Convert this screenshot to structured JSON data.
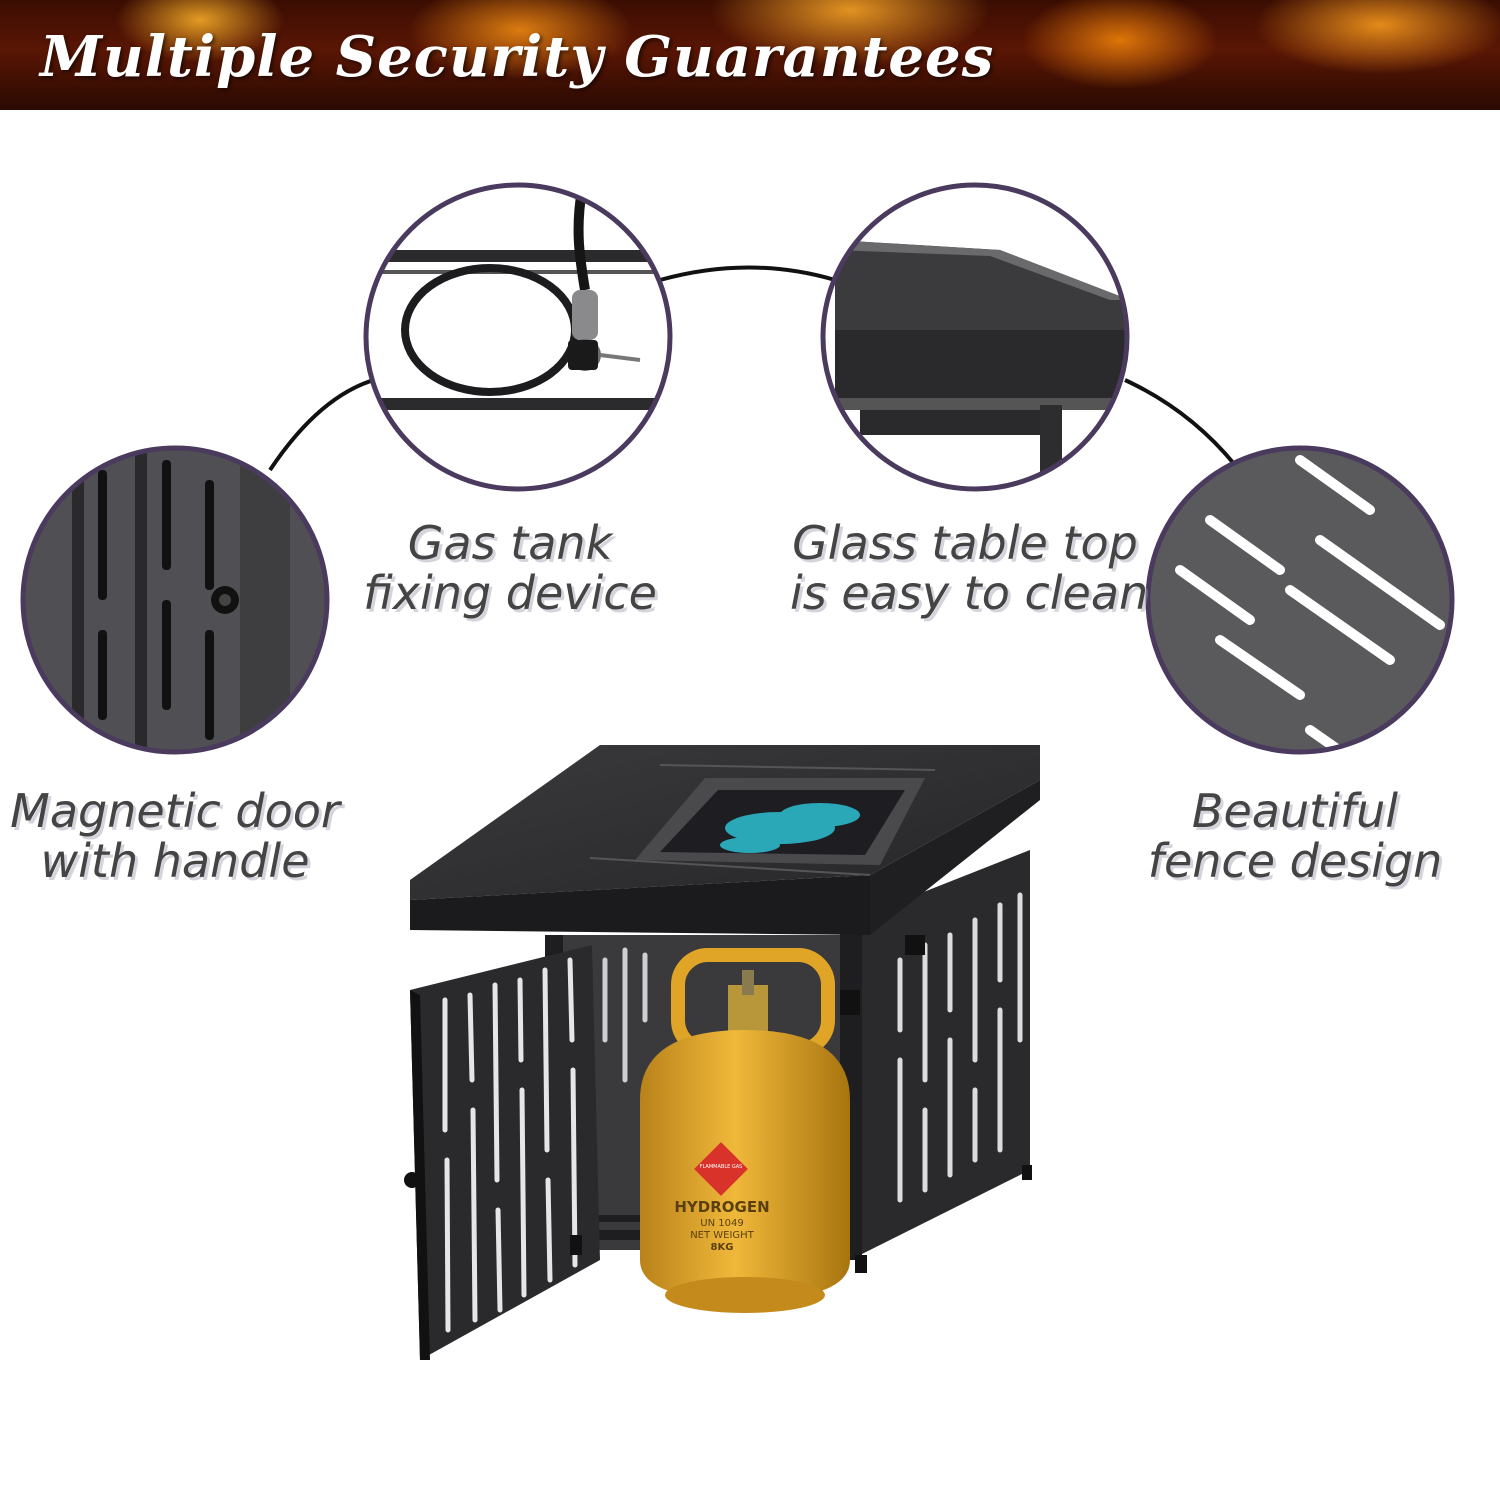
{
  "banner": {
    "title": "Multiple Security Guarantees"
  },
  "features": [
    {
      "line1": "Magnetic door",
      "line2": "with handle"
    },
    {
      "line1": "Gas tank",
      "line2": "fixing device"
    },
    {
      "line1": "Glass table top",
      "line2": "is easy to clean"
    },
    {
      "line1": "Beautiful",
      "line2": "fence design"
    }
  ],
  "tank_label": {
    "warning": "FLAMMABLE GAS",
    "name": "HYDROGEN",
    "un": "UN 1049",
    "weight_label": "NET WEIGHT",
    "weight": "8KG"
  },
  "colors": {
    "circle_border": "#4a3a5e",
    "metal": "#2c2c2e",
    "tank": "#e0a526",
    "glass": "#2aa8b8"
  }
}
